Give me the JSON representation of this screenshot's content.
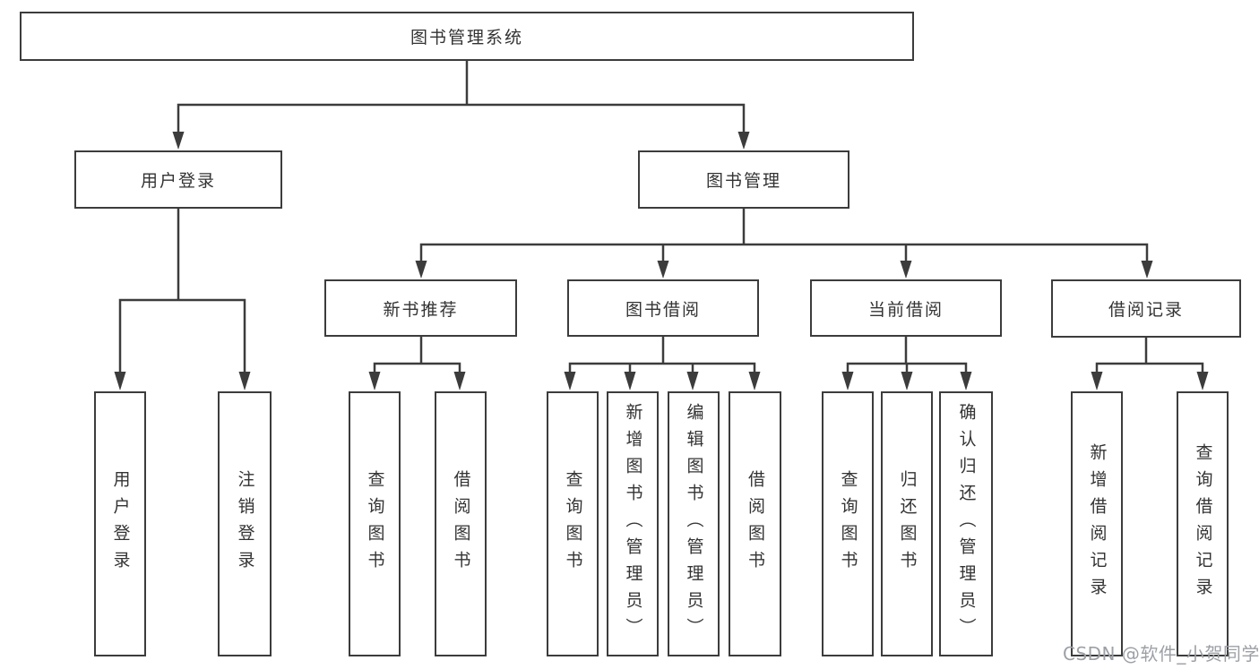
{
  "root": {
    "label": "图书管理系统"
  },
  "level2": [
    {
      "label": "用户登录"
    },
    {
      "label": "图书管理"
    }
  ],
  "level3": [
    {
      "label": "新书推荐"
    },
    {
      "label": "图书借阅"
    },
    {
      "label": "当前借阅"
    },
    {
      "label": "借阅记录"
    }
  ],
  "leaves": {
    "user_login": [
      {
        "label": "用户登录"
      },
      {
        "label": "注销登录"
      }
    ],
    "new_books": [
      {
        "label": "查询图书"
      },
      {
        "label": "借阅图书"
      }
    ],
    "book_borrow": [
      {
        "label": "查询图书"
      },
      {
        "label": "新增图书（管理员）"
      },
      {
        "label": "编辑图书（管理员）"
      },
      {
        "label": "借阅图书"
      }
    ],
    "current_borrow": [
      {
        "label": "查询图书"
      },
      {
        "label": "归还图书"
      },
      {
        "label": "确认归还（管理员）"
      }
    ],
    "borrow_records": [
      {
        "label": "新增借阅记录"
      },
      {
        "label": "查询借阅记录"
      }
    ]
  },
  "watermark": "CSDN @软件_小贺同学",
  "colors": {
    "line": "#3c3c3c",
    "text": "#333333",
    "watermark": "#9da0a6",
    "background": "#ffffff"
  }
}
